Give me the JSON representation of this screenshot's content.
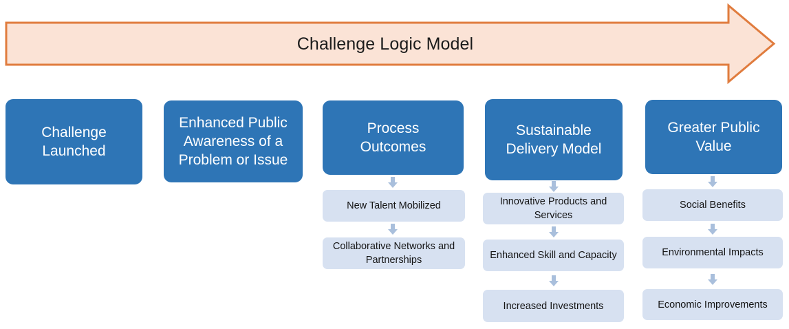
{
  "banner": {
    "title": "Challenge Logic Model",
    "fill_color": "#FBE3D6",
    "border_color": "#E07C3E",
    "direction": "right"
  },
  "colors": {
    "stage_color": "#2E75B6",
    "substage_color": "#D7E1F1",
    "connector_color": "#A9BFDC",
    "stage_text": "#FFFFFF",
    "substage_text": "#141414"
  },
  "stages": [
    {
      "label": "Challenge\nLaunched",
      "line1": "Challenge",
      "line2": "Launched",
      "sub_items": []
    },
    {
      "line1": "Enhanced Public",
      "line2": "Awareness of a",
      "line3": "Problem or Issue",
      "sub_items": []
    },
    {
      "line1": "Process",
      "line2": "Outcomes",
      "sub_items": [
        "New Talent Mobilized",
        "Collaborative Networks and Partnerships"
      ]
    },
    {
      "line1": "Sustainable",
      "line2": "Delivery Model",
      "sub_items": [
        "Innovative Products and Services",
        "Enhanced Skill and Capacity",
        "Increased Investments"
      ]
    },
    {
      "line1": "Greater Public",
      "line2": "Value",
      "sub_items": [
        "Social Benefits",
        "Environmental Impacts",
        "Economic Improvements"
      ]
    }
  ]
}
